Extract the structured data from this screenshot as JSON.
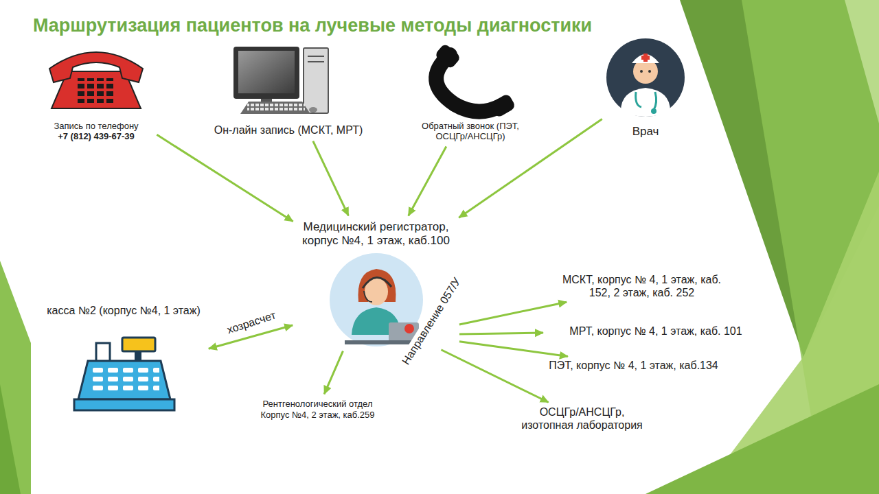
{
  "diagram": {
    "title": "Маршрутизация пациентов на лучевые методы диагностики",
    "nodes": [
      {
        "text": [
          "Запись по телефону",
          "+7 (812) 439-67-39"
        ]
      },
      {
        "text": [
          "Он-лайн запись (МСКТ, МРТ)"
        ]
      },
      {
        "text": [
          "Обратный звонок (ПЭТ, ОСЦГр/АНСЦГр)"
        ]
      },
      {
        "text": [
          "Врач"
        ]
      },
      {
        "text": [
          "Медицинский регистратор, корпус №4, 1 этаж, каб.100"
        ]
      },
      {
        "text": [
          "касса №2 (корпус №4, 1 этаж)"
        ]
      },
      {
        "text": [
          "Рентгенологический отдел Корпус №4, 2 этаж, каб.259"
        ]
      },
      {
        "text": [
          "МСКТ, корпус № 4, 1 этаж, каб. 152, 2 этаж, каб. 252"
        ]
      },
      {
        "text": [
          "МРТ, корпус № 4, 1 этаж, каб. 101"
        ]
      },
      {
        "text": [
          "ПЭТ, корпус № 4, 1 этаж, каб.134"
        ]
      },
      {
        "text": [
          "ОСЦГр/АНСЦГр, изотопная лаборатория"
        ]
      }
    ],
    "edges": [
      {
        "from": 0,
        "to": 4,
        "arrow": "to"
      },
      {
        "from": 1,
        "to": 4,
        "arrow": "to"
      },
      {
        "from": 2,
        "to": 4,
        "arrow": "to"
      },
      {
        "from": 3,
        "to": 4,
        "arrow": "to"
      },
      {
        "from": 4,
        "to": 5,
        "label": "хозрасчет",
        "arrow": "both"
      },
      {
        "from": 4,
        "to": 6,
        "arrow": "to"
      },
      {
        "from": 4,
        "to": 7,
        "label": "Направление 057/У",
        "arrow": "to"
      },
      {
        "from": 4,
        "to": 8,
        "arrow": "to"
      },
      {
        "from": 4,
        "to": 9,
        "arrow": "to"
      },
      {
        "from": 4,
        "to": 10,
        "arrow": "to"
      }
    ]
  }
}
